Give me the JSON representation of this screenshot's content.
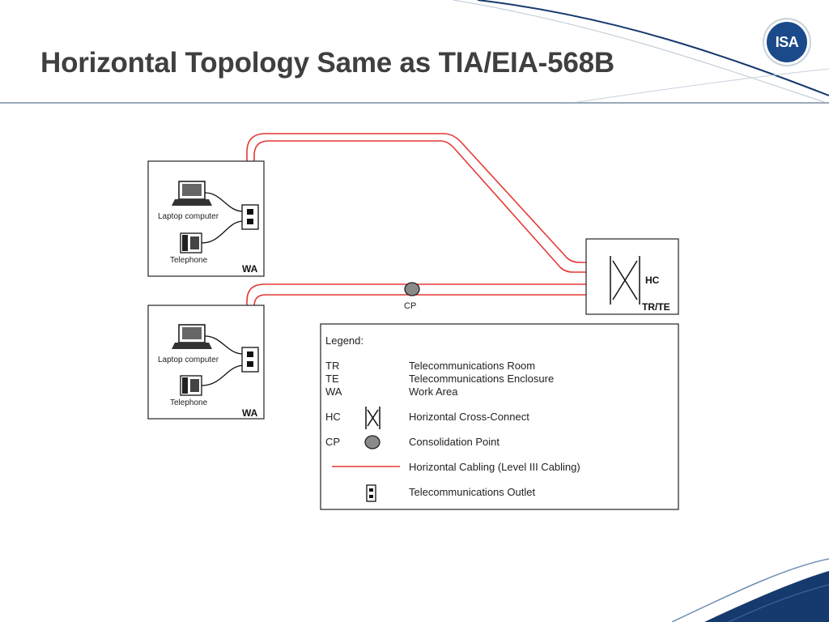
{
  "slide": {
    "title": "Horizontal Topology Same as TIA/EIA-568B",
    "logo_text": "ISA"
  },
  "colors": {
    "cable_red": "#e53935",
    "title_gray": "#3f3f3f",
    "logo_blue": "#1a4a8a",
    "accent_navy": "#173a6e"
  },
  "diagram": {
    "work_areas": [
      {
        "laptop_label": "Laptop computer",
        "phone_label": "Telephone",
        "tag": "WA"
      },
      {
        "laptop_label": "Laptop computer",
        "phone_label": "Telephone",
        "tag": "WA"
      }
    ],
    "hc_label": "HC",
    "room_label": "TR/TE",
    "cp_label": "CP",
    "legend": {
      "title": "Legend:",
      "entries": [
        {
          "abbr": "TR",
          "desc": "Telecommunications Room"
        },
        {
          "abbr": "TE",
          "desc": "Telecommunications Enclosure"
        },
        {
          "abbr": "WA",
          "desc": "Work Area"
        },
        {
          "abbr": "HC",
          "desc": "Horizontal Cross-Connect",
          "symbol": "cross-connect-icon"
        },
        {
          "abbr": "CP",
          "desc": "Consolidation Point",
          "symbol": "consolidation-point-icon"
        },
        {
          "abbr": "",
          "desc": "Horizontal Cabling (Level III Cabling)",
          "symbol": "cable-line-icon"
        },
        {
          "abbr": "",
          "desc": "Telecommunications Outlet",
          "symbol": "outlet-icon"
        }
      ]
    }
  }
}
